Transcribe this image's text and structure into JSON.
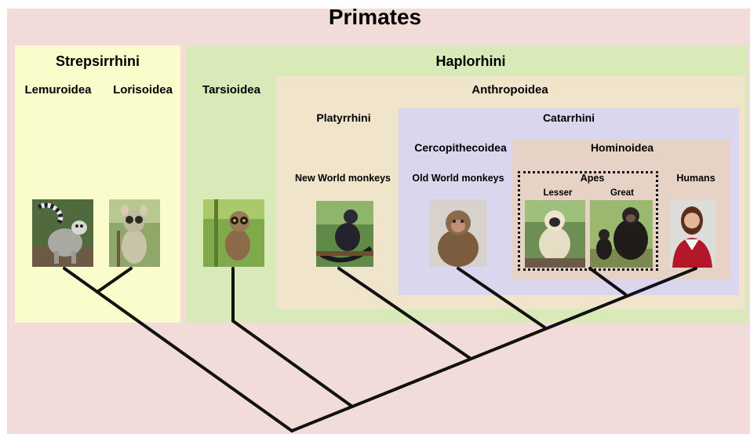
{
  "title": "Primates",
  "groups": {
    "strepsirrhini": "Strepsirrhini",
    "haplorhini": "Haplorhini",
    "lemuroidea": "Lemuroidea",
    "lorisoidea": "Lorisoidea",
    "tarsioidea": "Tarsioidea",
    "anthropoidea": "Anthropoidea",
    "platyrrhini": "Platyrrhini",
    "catarrhini": "Catarrhini",
    "cercopithecoidea": "Cercopithecoidea",
    "hominoidea": "Hominoidea"
  },
  "labels": {
    "new_world_monkeys": "New World monkeys",
    "old_world_monkeys": "Old World monkeys",
    "apes": "Apes",
    "lesser": "Lesser",
    "great": "Great",
    "humans": "Humans"
  },
  "colors": {
    "primates": "#f2dcd9",
    "strepsirrhini": "#fbfccb",
    "haplorhini": "#d9eab9",
    "anthropoidea": "#f0e4cb",
    "catarrhini": "#d9d6ee",
    "hominoidea": "#e6d3c6",
    "tree": "#111111"
  },
  "photos": {
    "ring_tailed_lemur": "ring-tailed-lemur",
    "galago": "galago",
    "tarsier": "tarsier",
    "spider_monkey": "spider-monkey",
    "macaque": "macaque",
    "gibbon": "gibbon",
    "chimpanzee": "chimpanzee",
    "human": "human"
  }
}
